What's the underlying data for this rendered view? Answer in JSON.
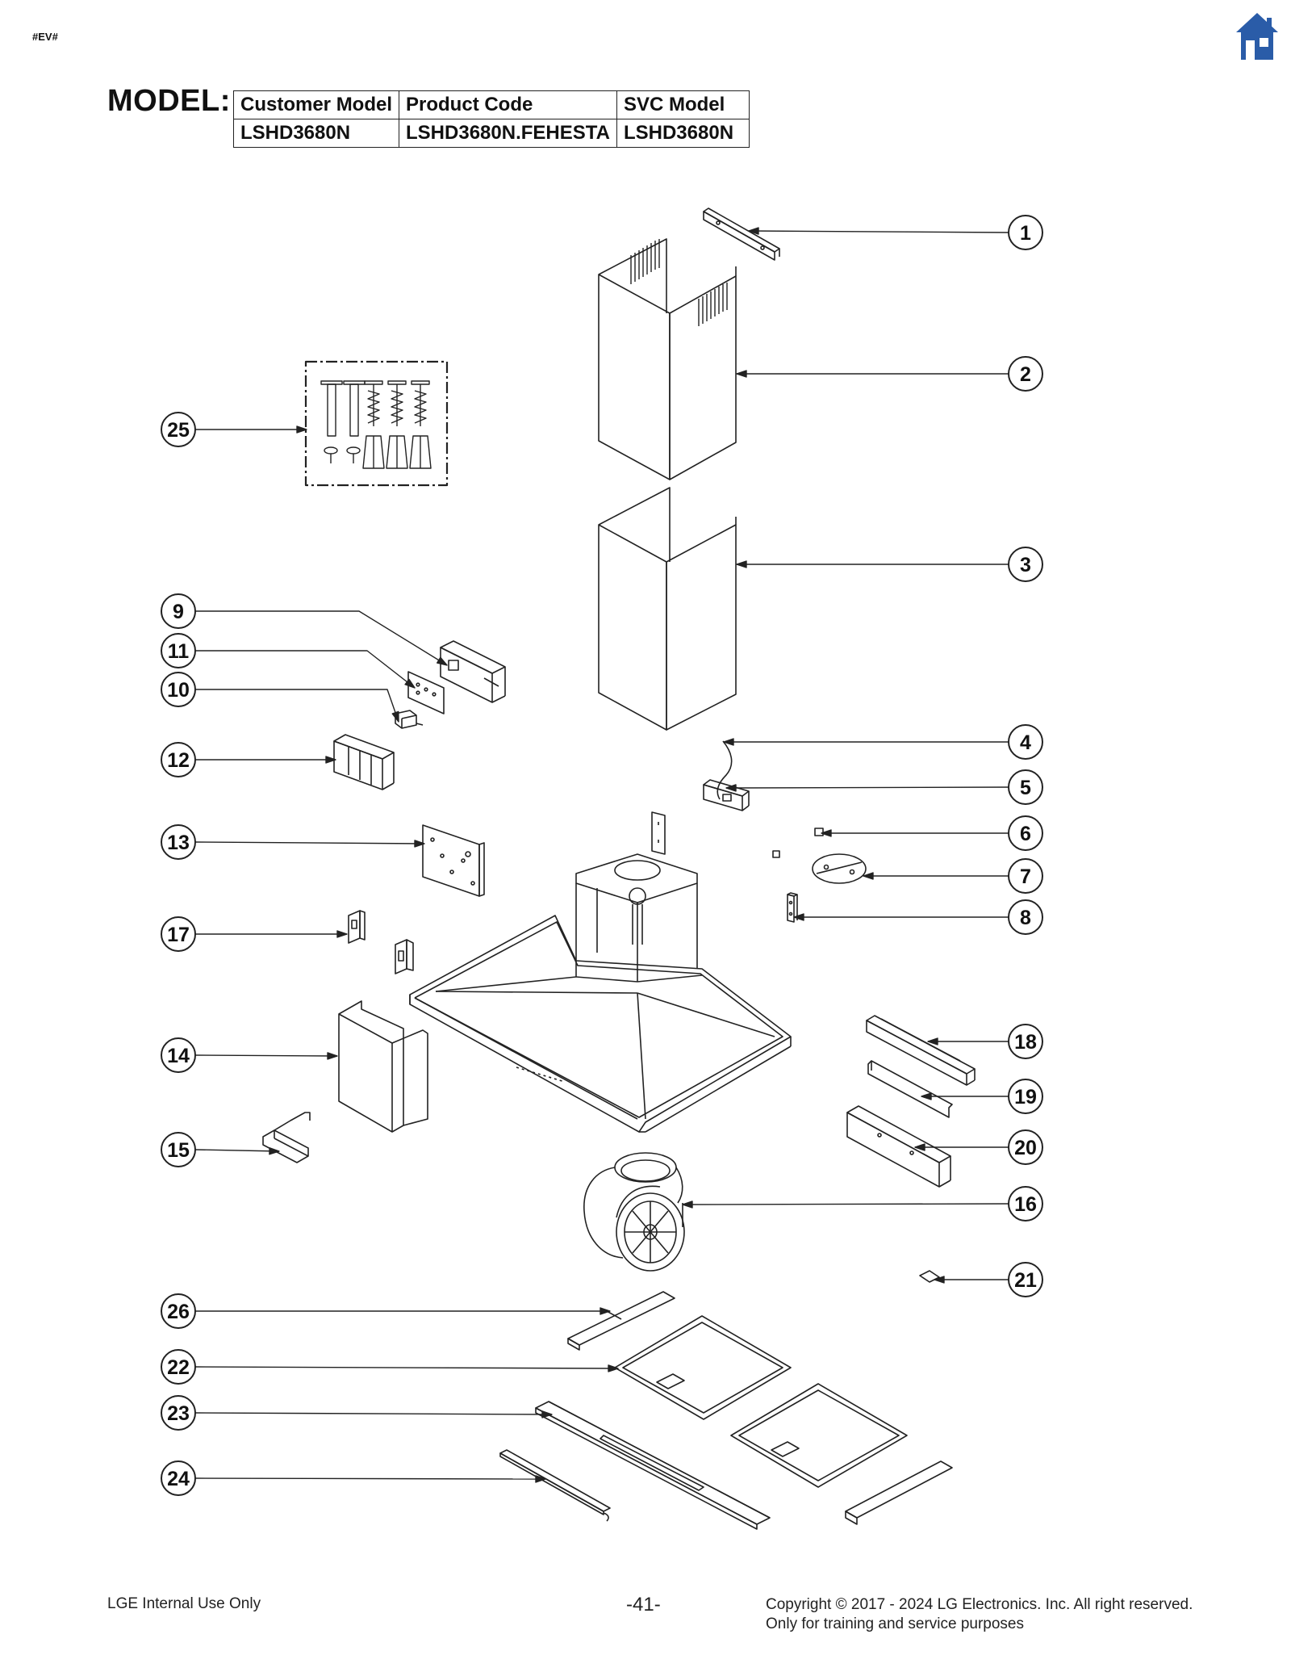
{
  "header": {
    "tag": "#EV#",
    "home_icon": "home-icon",
    "model_label": "MODEL:"
  },
  "model_table": {
    "headers": [
      "Customer Model",
      "Product Code",
      "SVC Model"
    ],
    "row": [
      "LSHD3680N",
      "LSHD3680N.FEHESTA",
      "LSHD3680N"
    ]
  },
  "callouts": [
    "1",
    "2",
    "3",
    "4",
    "5",
    "6",
    "7",
    "8",
    "9",
    "10",
    "11",
    "12",
    "13",
    "14",
    "15",
    "16",
    "17",
    "18",
    "19",
    "20",
    "21",
    "22",
    "23",
    "24",
    "25",
    "26"
  ],
  "footer": {
    "left": "LGE Internal Use Only",
    "page": "-41-",
    "copyright": "Copyright © 2017 - 2024 LG Electronics. Inc. All right reserved.",
    "purpose": "Only for training and service purposes"
  },
  "colors": {
    "home_icon": "#2a5ca8",
    "line": "#222222"
  }
}
